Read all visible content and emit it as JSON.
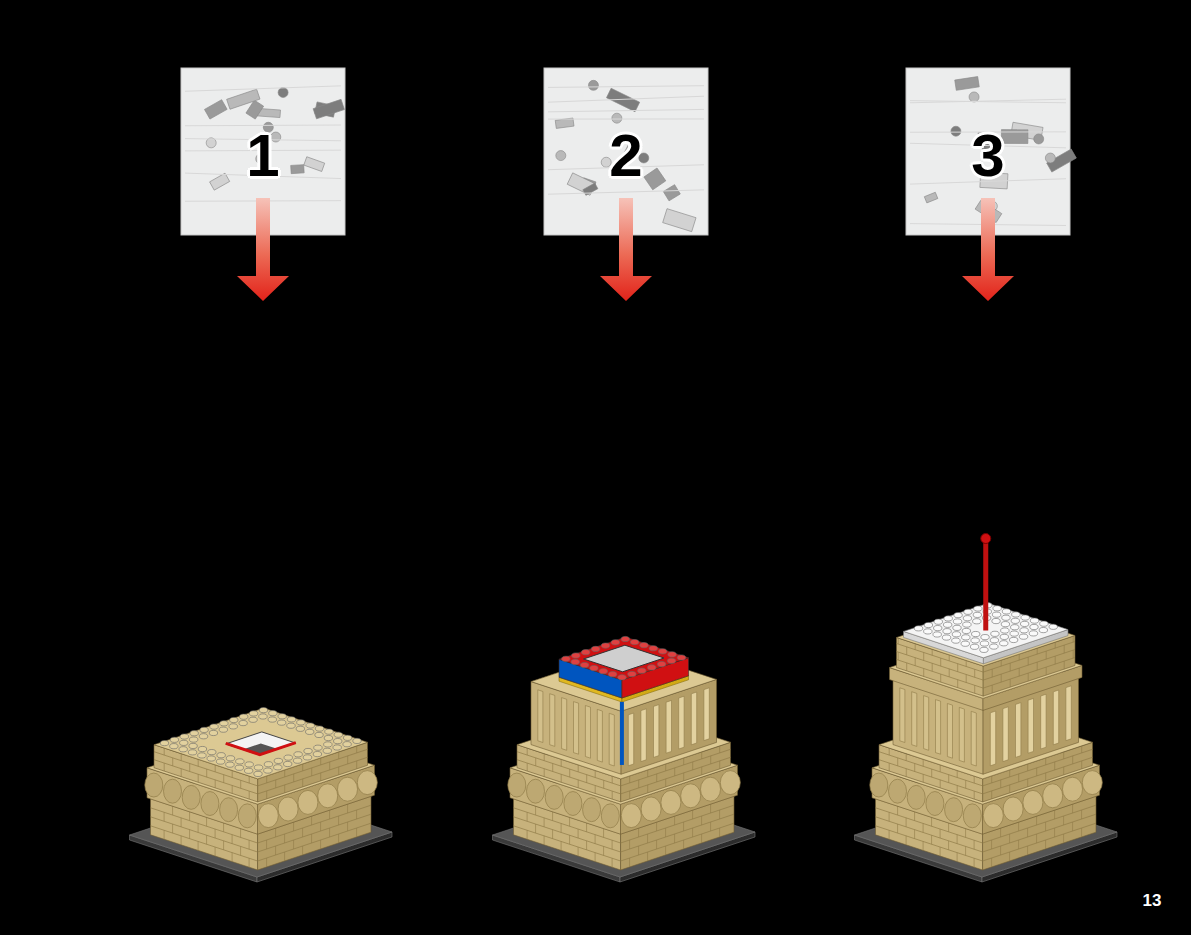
{
  "diagram": {
    "labels": [
      "1",
      "2",
      "3",
      "13"
    ]
  }
}
